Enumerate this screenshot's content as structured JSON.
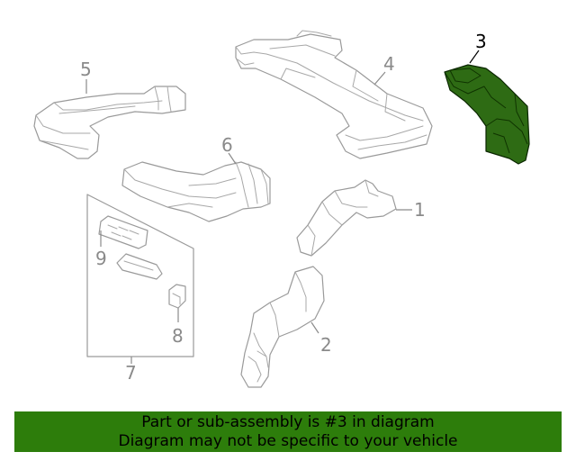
{
  "callouts": {
    "c1": "1",
    "c2": "2",
    "c3": "3",
    "c4": "4",
    "c5": "5",
    "c6": "6",
    "c7": "7",
    "c8": "8",
    "c9": "9"
  },
  "highlighted_part": "3",
  "colors": {
    "highlight_fill": "#2e6b14",
    "banner_background": "#2d7d0b",
    "line_art": "#9a9a9a"
  },
  "banner": {
    "line1": "Part or sub-assembly is #3 in diagram",
    "line2": "Diagram may not be specific to your vehicle"
  }
}
